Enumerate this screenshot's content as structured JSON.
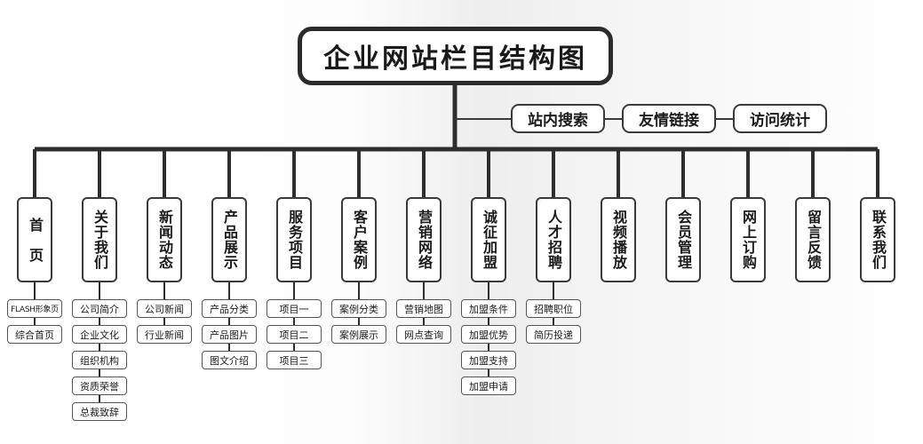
{
  "title": "企业网站栏目结构图",
  "utilities": [
    "站内搜索",
    "友情链接",
    "访问统计"
  ],
  "columns": [
    {
      "label": "首　页",
      "items": [
        "FLASH形象页",
        "综合首页"
      ]
    },
    {
      "label": "关于我们",
      "items": [
        "公司简介",
        "企业文化",
        "组织机构",
        "资质荣誉",
        "总裁致辞"
      ]
    },
    {
      "label": "新闻动态",
      "items": [
        "公司新闻",
        "行业新闻"
      ]
    },
    {
      "label": "产品展示",
      "items": [
        "产品分类",
        "产品图片",
        "图文介绍"
      ]
    },
    {
      "label": "服务项目",
      "items": [
        "项目一",
        "项目二",
        "项目三"
      ]
    },
    {
      "label": "客户案例",
      "items": [
        "案例分类",
        "案例展示"
      ]
    },
    {
      "label": "营销网络",
      "items": [
        "营销地图",
        "网点查询"
      ]
    },
    {
      "label": "诚征加盟",
      "items": [
        "加盟条件",
        "加盟优势",
        "加盟支持",
        "加盟申请"
      ]
    },
    {
      "label": "人才招聘",
      "items": [
        "招聘职位",
        "简历投递"
      ]
    },
    {
      "label": "视频播放",
      "items": []
    },
    {
      "label": "会员管理",
      "items": []
    },
    {
      "label": "网上订购",
      "items": []
    },
    {
      "label": "留言反馈",
      "items": []
    },
    {
      "label": "联系我们",
      "items": []
    }
  ]
}
